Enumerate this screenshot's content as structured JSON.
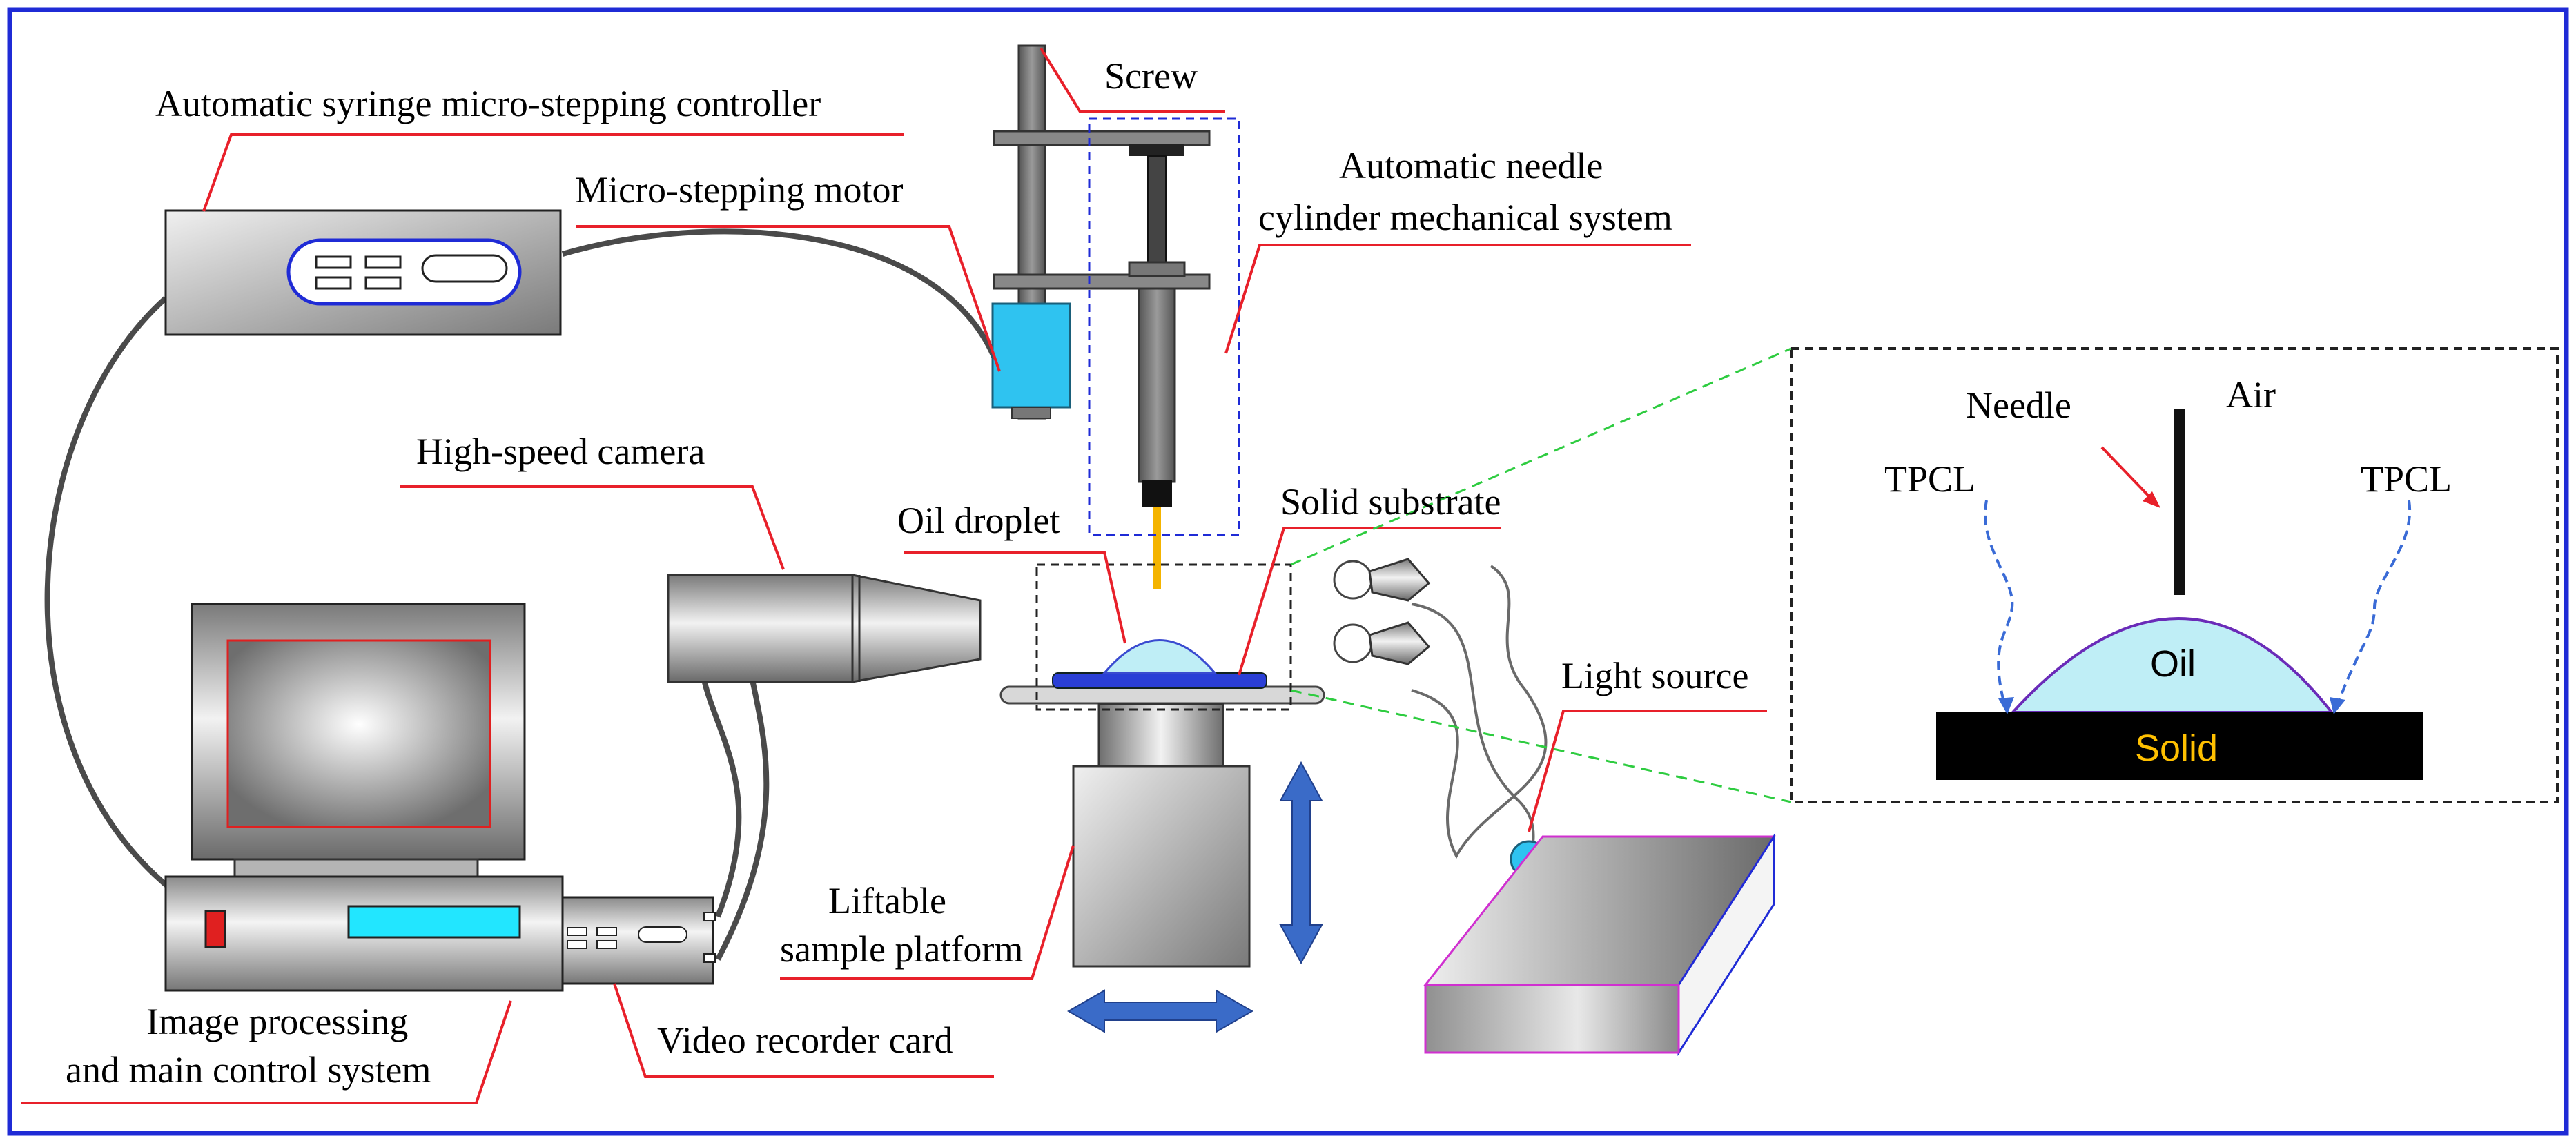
{
  "labels": {
    "controller": "Automatic syringe micro-stepping controller",
    "motor": "Micro-stepping motor",
    "screw": "Screw",
    "needle_system_1": "Automatic needle",
    "needle_system_2": "cylinder mechanical system",
    "camera": "High-speed camera",
    "oil_droplet": "Oil droplet",
    "solid_substrate": "Solid substrate",
    "light_source": "Light source",
    "platform_1": "Liftable",
    "platform_2": "sample platform",
    "video_card": "Video recorder card",
    "image_proc_1": "Image processing",
    "image_proc_2": "and main control system"
  },
  "inset": {
    "needle": "Needle",
    "air": "Air",
    "tpcl_left": "TPCL",
    "tpcl_right": "TPCL",
    "oil": "Oil",
    "solid": "Solid"
  },
  "colors": {
    "frame": "#1f2bd6",
    "leader": "#e8202a",
    "cable": "#4a4a4a",
    "motor": "#2fc3f0",
    "droplet": "#bfeef6",
    "substrate": "#2a3fd6",
    "screen_glow": "#ffffff",
    "monitor_border": "#e02020",
    "lcd": "#22e6ff",
    "needle_fluid": "#f4b400",
    "arrow": "#3a6bc8",
    "light_box_edge": "#d030d0",
    "inset_dash": "#2ecc40",
    "tpcl_arrow": "#3a6bd6",
    "solid_text": "#ffc000"
  }
}
